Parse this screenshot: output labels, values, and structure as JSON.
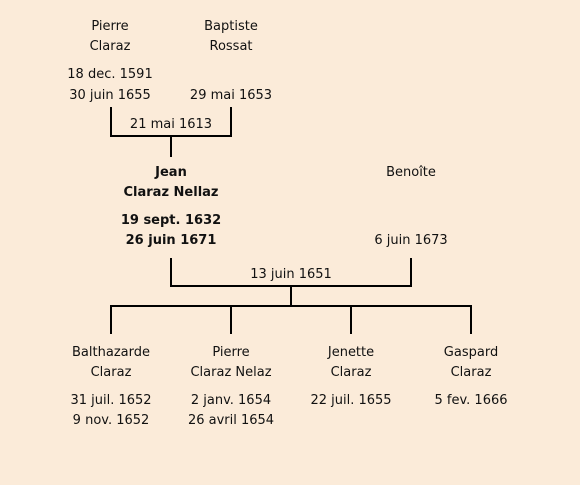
{
  "colors": {
    "background": "#fbebd9",
    "line": "#000000"
  },
  "parents": {
    "father": {
      "first_name": "Pierre",
      "last_name": "Claraz",
      "birth": "18 dec. 1591",
      "death": "30 juin 1655"
    },
    "mother": {
      "first_name": "Baptiste",
      "last_name": "Rossat",
      "death": "29 mai 1653"
    },
    "marriage": "21 mai 1613"
  },
  "focus": {
    "first_name": "Jean",
    "last_name": "Claraz Nellaz",
    "birth": "19 sept. 1632",
    "death": "26 juin 1671"
  },
  "spouse": {
    "first_name": "Benoîte",
    "death": "6 juin 1673"
  },
  "marriage": "13 juin 1651",
  "children": [
    {
      "first_name": "Balthazarde",
      "last_name": "Claraz",
      "birth": "31 juil. 1652",
      "death": "9 nov. 1652"
    },
    {
      "first_name": "Pierre",
      "last_name": "Claraz Nelaz",
      "birth": "2 janv. 1654",
      "death": "26 avril 1654"
    },
    {
      "first_name": "Jenette",
      "last_name": "Claraz",
      "birth": "22 juil. 1655"
    },
    {
      "first_name": "Gaspard",
      "last_name": "Claraz",
      "birth": "5 fev. 1666"
    }
  ]
}
